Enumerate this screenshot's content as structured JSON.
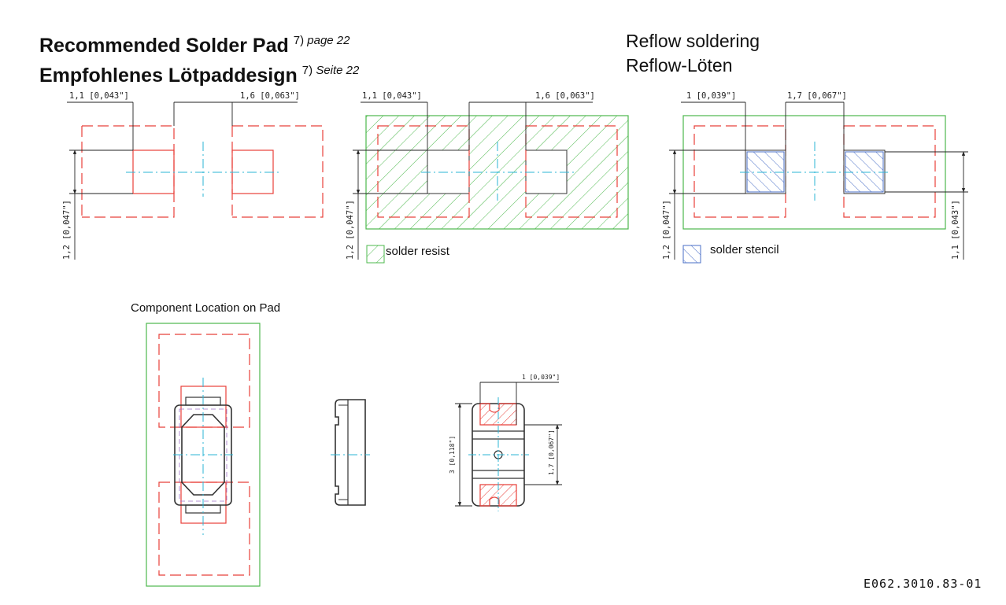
{
  "title": {
    "line1": "Recommended Solder Pad",
    "line1_ref": "7)",
    "line1_ref_text": "page 22",
    "line2": "Empfohlenes Lötpaddesign",
    "line2_ref": "7)",
    "line2_ref_text": "Seite 22"
  },
  "right_title": {
    "line1": "Reflow soldering",
    "line2": "Reflow-Löten"
  },
  "drawing1": {
    "dim_left_top": "1,1 [0,043\"]",
    "dim_right_top": "1,6 [0,063\"]",
    "dim_vertical": "1,2 [0,047\"]"
  },
  "drawing2": {
    "dim_left_top": "1,1 [0,043\"]",
    "dim_right_top": "1,6 [0,063\"]",
    "dim_vertical": "1,2 [0,047\"]",
    "legend": "solder resist"
  },
  "drawing3": {
    "dim_left_top": "1 [0,039\"]",
    "dim_right_top": "1,7 [0,067\"]",
    "dim_vertical_left": "1,2 [0,047\"]",
    "dim_vertical_right": "1,1 [0,043\"]",
    "legend": "solder stencil"
  },
  "component": {
    "heading": "Component Location on Pad",
    "dim_top": "1 [0,039\"]",
    "dim_height": "3 [0,118\"]",
    "dim_pitch": "1,7 [0,067\"]"
  },
  "doc_code": "E062.3010.83-01",
  "colors": {
    "pad": "#e8403a",
    "resist": "#4cb84c",
    "stencil": "#4a6fc7",
    "centerline": "#2bb5d6",
    "outline": "#333333"
  }
}
